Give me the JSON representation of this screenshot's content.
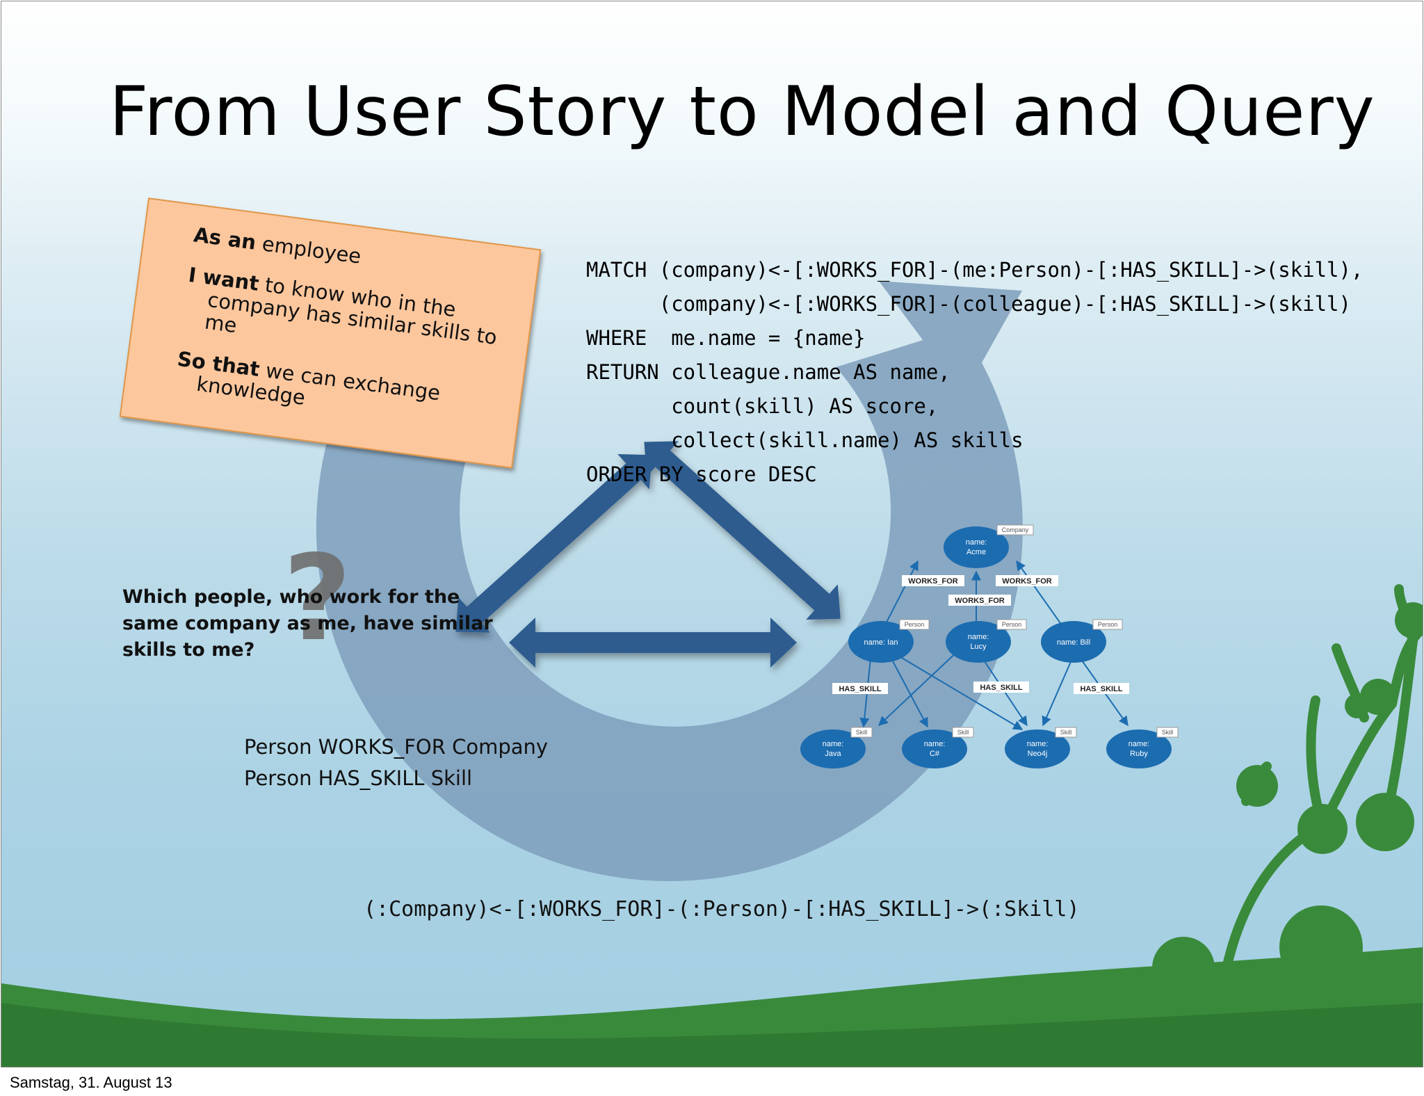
{
  "slide": {
    "title": "From User Story to Model and Query",
    "user_story": {
      "as_an_keyword": "As an",
      "as_an_text": "employee",
      "i_want_keyword": "I want",
      "i_want_line1": "to know who in the",
      "i_want_line2": "company has similar skills to",
      "i_want_line3": "me",
      "so_that_keyword": "So that",
      "so_that_line1": "we can exchange",
      "so_that_line2": "knowledge"
    },
    "query_lines": [
      "MATCH (company)<-[:WORKS_FOR]-(me:Person)-[:HAS_SKILL]->(skill),",
      "      (company)<-[:WORKS_FOR]-(colleague)-[:HAS_SKILL]->(skill)",
      "WHERE  me.name = {name}",
      "RETURN colleague.name AS name,",
      "       count(skill) AS score,",
      "       collect(skill.name) AS skills",
      "ORDER BY score DESC"
    ],
    "question": {
      "line1": "Which people, who work for the",
      "line2": "same company as me, have similar",
      "line3": "skills to me?",
      "mark": "?"
    },
    "model": {
      "line1": "Person WORKS_FOR Company",
      "line2": "Person HAS_SKILL Skill"
    },
    "pattern": "(:Company)<-[:WORKS_FOR]-(:Person)-[:HAS_SKILL]->(:Skill)",
    "graph": {
      "company_node": {
        "name_key": "name:",
        "name_val": "Acme",
        "label": "Company"
      },
      "person_nodes": [
        {
          "text": "name: Ian",
          "label": "Person"
        },
        {
          "text_key": "name:",
          "text_val": "Lucy",
          "label": "Person"
        },
        {
          "text": "name: Bill",
          "label": "Person"
        }
      ],
      "skill_nodes": [
        {
          "name_key": "name:",
          "name_val": "Java",
          "label": "Skill"
        },
        {
          "name_key": "name:",
          "name_val": "C#",
          "label": "Skill"
        },
        {
          "name_key": "name:",
          "name_val": "Neo4j",
          "label": "Skill"
        },
        {
          "name_key": "name:",
          "name_val": "Ruby",
          "label": "Skill"
        }
      ],
      "edge_labels": {
        "works_for_left": "WORKS_FOR",
        "works_for_right": "WORKS_FOR",
        "works_for_center": "WORKS_FOR",
        "has_skill_left": "HAS_SKILL",
        "has_skill_center": "HAS_SKILL",
        "has_skill_right": "HAS_SKILL"
      }
    },
    "colors": {
      "card_fill": "#fdc79d",
      "cycle_arrow": "#7f9fbc",
      "triangle_arrows": "#2d5b8f",
      "graph_node": "#1c6cb0",
      "hills": "#3a8a3c"
    }
  },
  "footer": {
    "date": "Samstag, 31. August 13"
  }
}
